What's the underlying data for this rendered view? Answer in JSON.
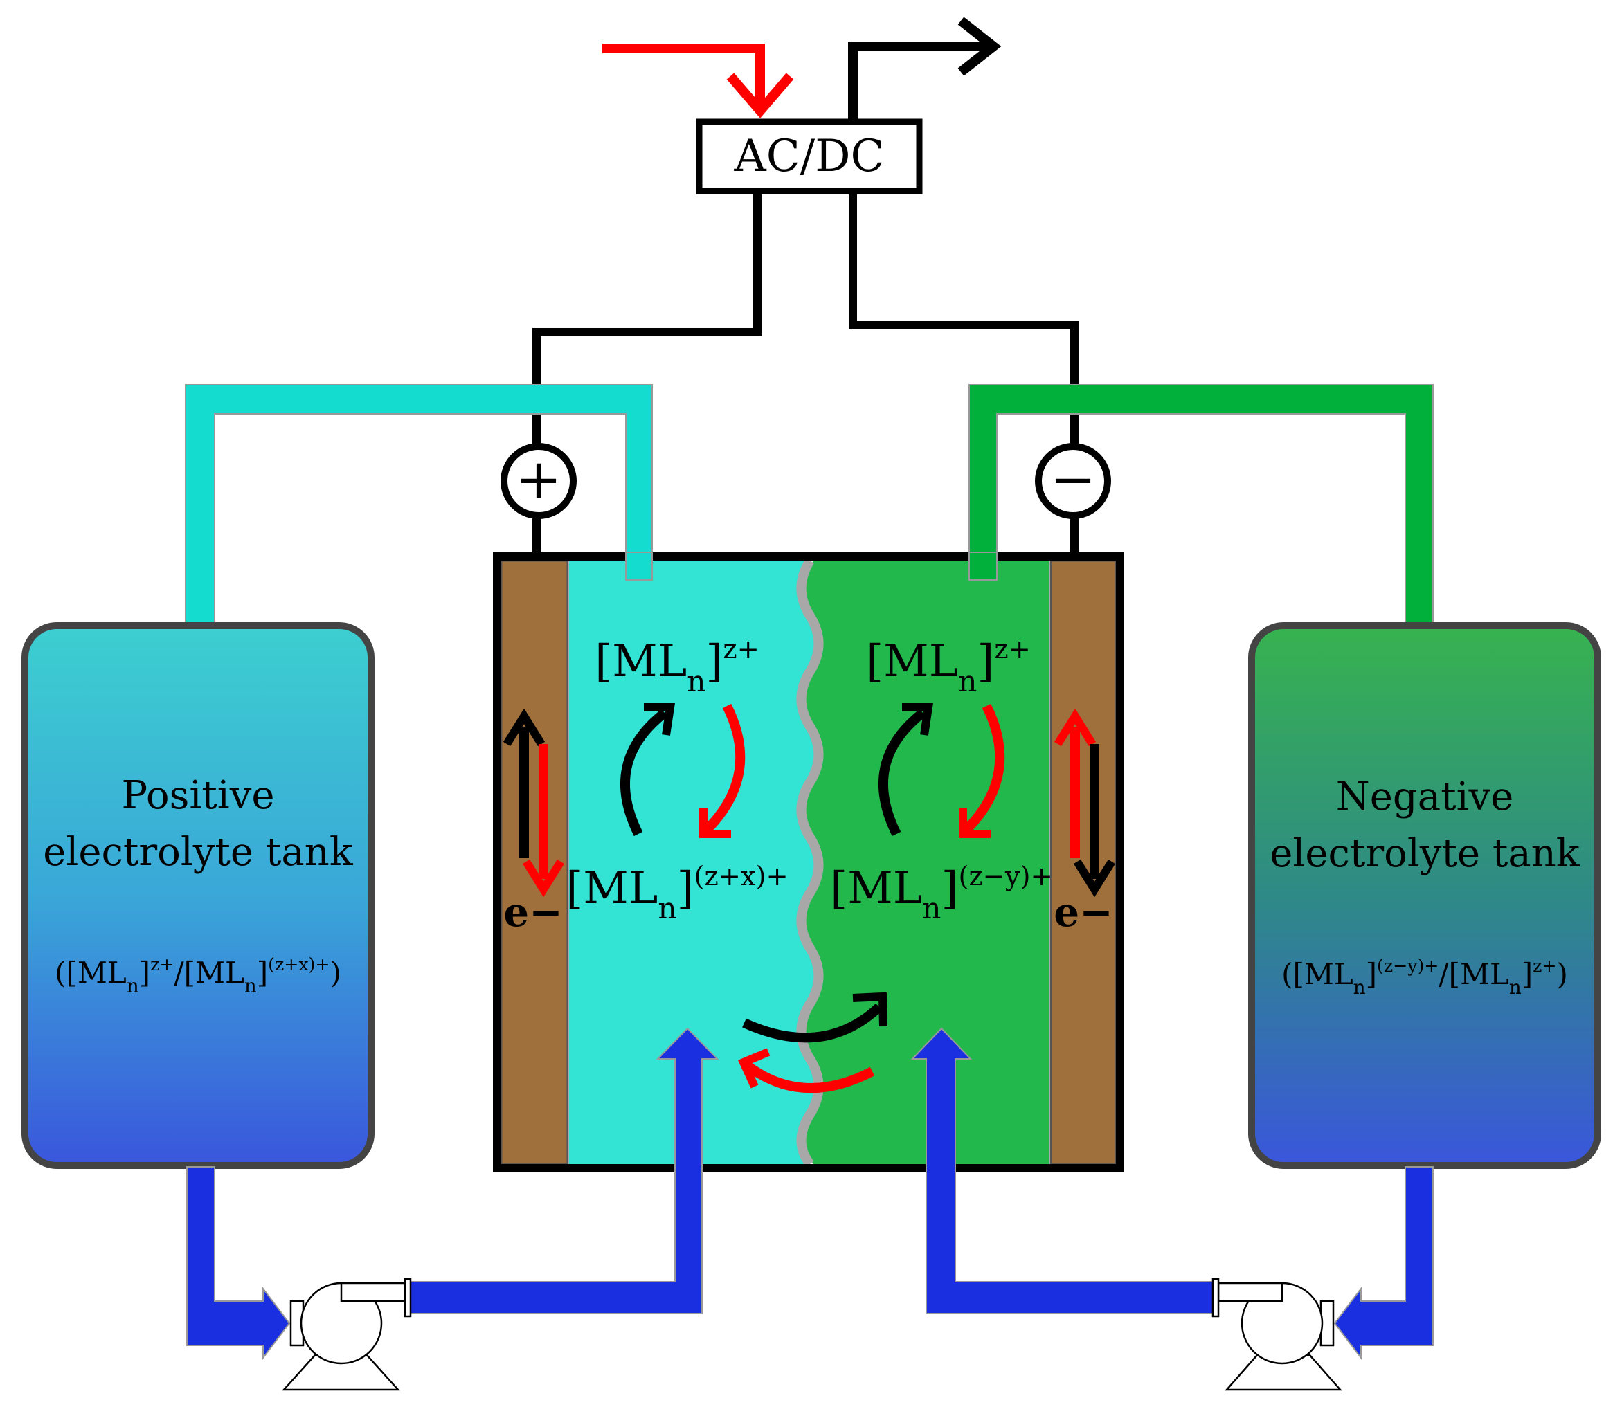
{
  "converter": {
    "label": "AC/DC"
  },
  "terminals": {
    "positive": "+",
    "negative": "−"
  },
  "tanks": {
    "positive": {
      "title_line1": "Positive",
      "title_line2": "electrolyte tank",
      "formula_open": "([ML",
      "formula_n1": "n",
      "formula_mid": "]",
      "formula_sup1": "z+",
      "formula_slash": "/[ML",
      "formula_n2": "n",
      "formula_close_br": "]",
      "formula_sup2": "(z+x)+",
      "formula_end": ")"
    },
    "negative": {
      "title_line1": "Negative",
      "title_line2": "electrolyte tank",
      "formula_open": "([ML",
      "formula_n1": "n",
      "formula_mid": "]",
      "formula_sup1": "(z−y)+",
      "formula_slash": "/[ML",
      "formula_n2": "n",
      "formula_close_br": "]",
      "formula_sup2": "z+",
      "formula_end": ")"
    }
  },
  "cell": {
    "left": {
      "top_ion_base": "[ML",
      "top_ion_sub": "n",
      "top_ion_close": "]",
      "top_ion_sup": "z+",
      "bottom_ion_base": "[ML",
      "bottom_ion_sub": "n",
      "bottom_ion_close": "]",
      "bottom_ion_sup": "(z+x)+",
      "electron": "e−"
    },
    "right": {
      "top_ion_base": "[ML",
      "top_ion_sub": "n",
      "top_ion_close": "]",
      "top_ion_sup": "z+",
      "bottom_ion_base": "[ML",
      "bottom_ion_sub": "n",
      "bottom_ion_close": "]",
      "bottom_ion_sup": "(z−y)+",
      "electron": "e−"
    }
  },
  "colors": {
    "positive_electrolyte": "#33e3d4",
    "negative_electrolyte": "#22b84c",
    "electrode": "#a0703c",
    "pipe_cyan": "#14ddd0",
    "pipe_green": "#00b03a",
    "pipe_blue": "#1a2fe0",
    "wire": "#000000",
    "charge_arrow": "#ff0000",
    "membrane": "#a8a8a8"
  }
}
